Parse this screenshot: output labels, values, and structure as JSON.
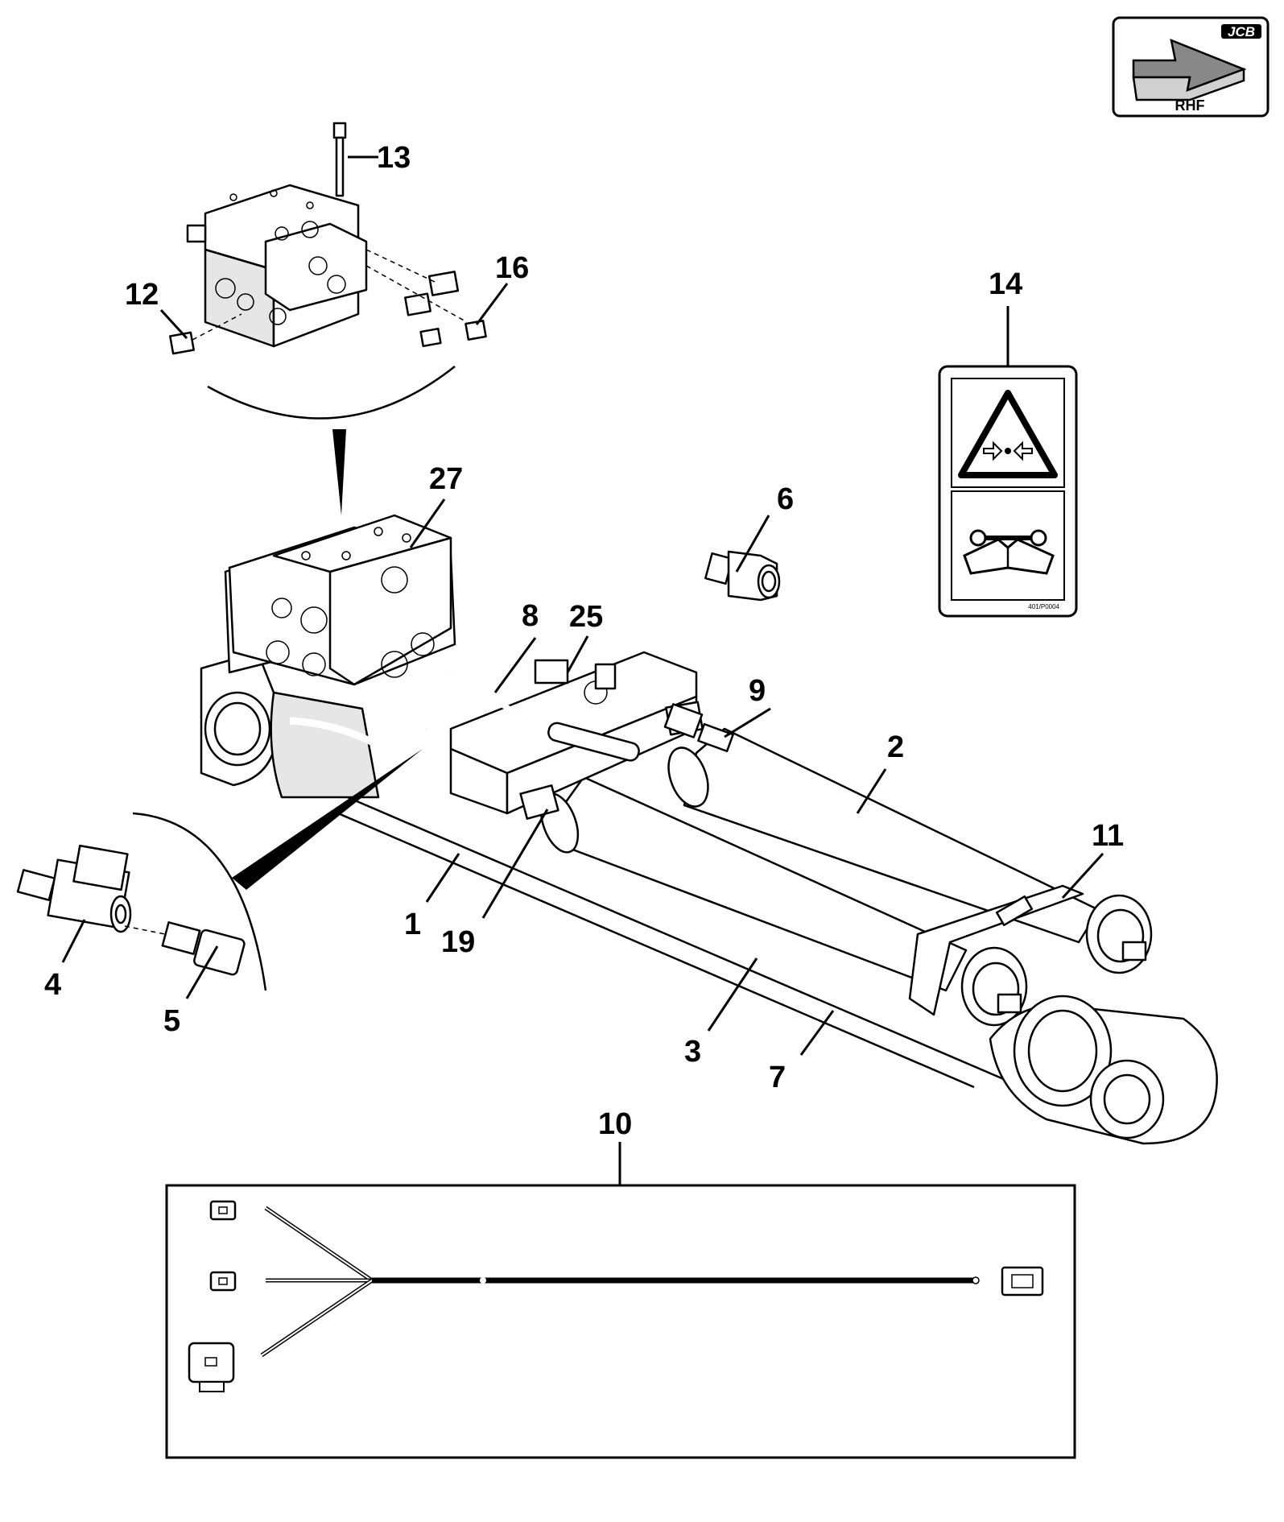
{
  "badge": {
    "brand": "JCB",
    "label": "RHF"
  },
  "callouts": [
    {
      "id": "1",
      "text": "1"
    },
    {
      "id": "2",
      "text": "2"
    },
    {
      "id": "3",
      "text": "3"
    },
    {
      "id": "4",
      "text": "4"
    },
    {
      "id": "5",
      "text": "5"
    },
    {
      "id": "6",
      "text": "6"
    },
    {
      "id": "7",
      "text": "7"
    },
    {
      "id": "8",
      "text": "8"
    },
    {
      "id": "9",
      "text": "9"
    },
    {
      "id": "10",
      "text": "10"
    },
    {
      "id": "11",
      "text": "11"
    },
    {
      "id": "12",
      "text": "12"
    },
    {
      "id": "13",
      "text": "13"
    },
    {
      "id": "14",
      "text": "14"
    },
    {
      "id": "16",
      "text": "16"
    },
    {
      "id": "19",
      "text": "19"
    },
    {
      "id": "25",
      "text": "25"
    },
    {
      "id": "27",
      "text": "27"
    }
  ],
  "decal": {
    "code": "401/P0004"
  },
  "icons": {
    "badge": "direction-arrow-icon",
    "decal_top": "crush-hazard-warning-icon",
    "decal_bottom": "service-manual-icon"
  }
}
